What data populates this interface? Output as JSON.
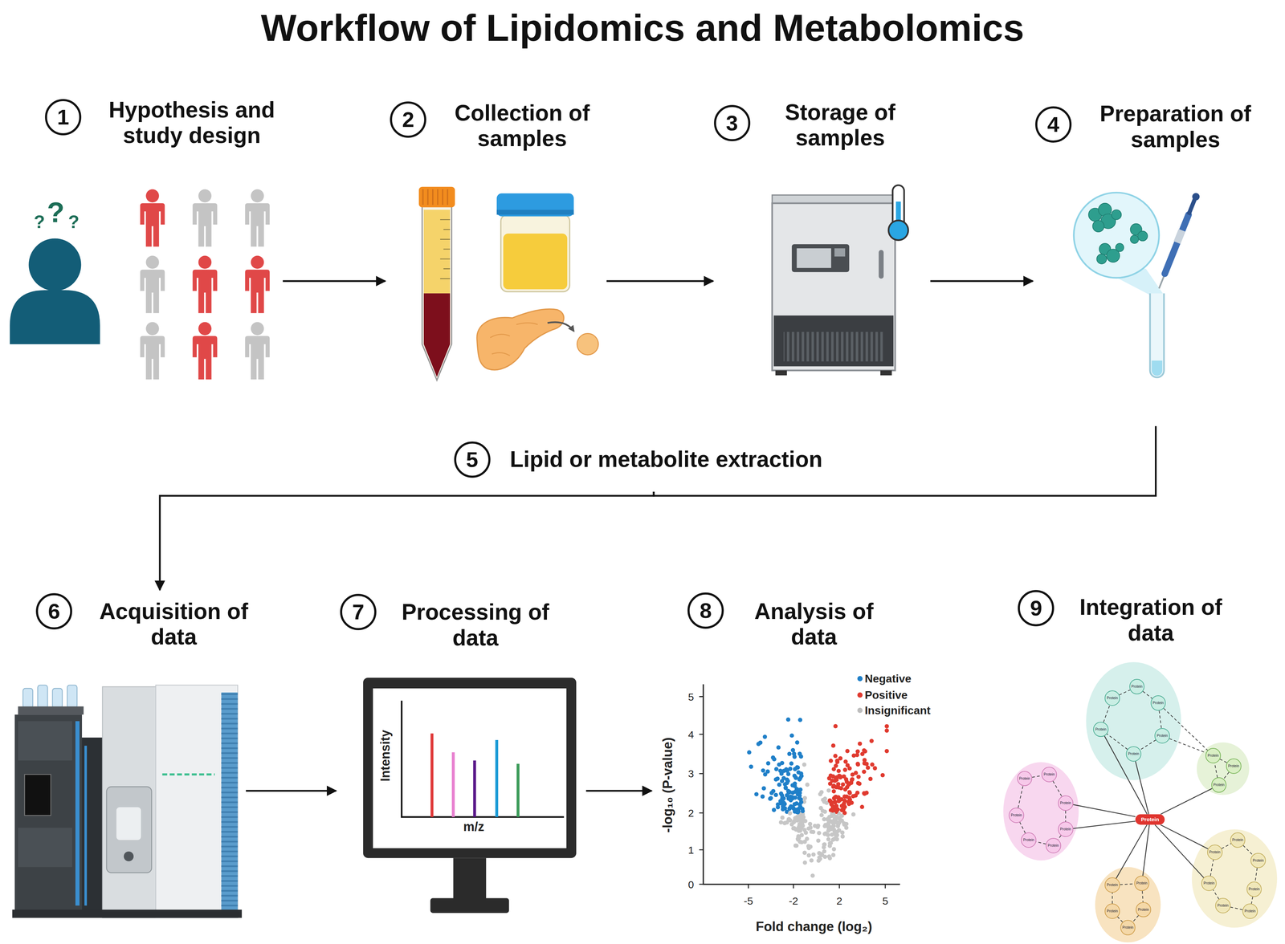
{
  "diagram": {
    "title": "Workflow of Lipidomics and Metabolomics",
    "nodes": [
      {
        "text": [
          "1",
          "Hypothesis and study design"
        ]
      },
      {
        "text": [
          "2",
          "Collection of samples"
        ]
      },
      {
        "text": [
          "3",
          "Storage of samples"
        ]
      },
      {
        "text": [
          "4",
          "Preparation of samples"
        ]
      },
      {
        "text": [
          "5",
          "Lipid or metabolite extraction"
        ]
      },
      {
        "text": [
          "6",
          "Acquisition of data"
        ]
      },
      {
        "text": [
          "7",
          "Processing of data"
        ]
      },
      {
        "text": [
          "8",
          "Analysis of data"
        ]
      },
      {
        "text": [
          "9",
          "Integration of data"
        ]
      },
      {
        "text": [
          "Protein"
        ]
      },
      {
        "text": [
          "Protein"
        ]
      },
      {
        "text": [
          "Protein"
        ]
      },
      {
        "text": [
          "Protein"
        ]
      },
      {
        "text": [
          "Protein"
        ]
      },
      {
        "text": [
          "Protein"
        ]
      },
      {
        "text": [
          "Protein"
        ]
      },
      {
        "text": [
          "Protein"
        ]
      },
      {
        "text": [
          "Protein"
        ]
      },
      {
        "text": [
          "Protein"
        ]
      },
      {
        "text": [
          "Protein"
        ]
      },
      {
        "text": [
          "Protein"
        ]
      },
      {
        "text": [
          "Protein"
        ]
      },
      {
        "text": [
          "Protein"
        ]
      },
      {
        "text": [
          "Protein"
        ]
      },
      {
        "text": [
          "Protein"
        ]
      },
      {
        "text": [
          "Protein"
        ]
      },
      {
        "text": [
          "Protein"
        ]
      },
      {
        "text": [
          "Protein"
        ]
      },
      {
        "text": [
          "Protein"
        ]
      },
      {
        "text": [
          "Protein"
        ]
      },
      {
        "text": [
          "Protein"
        ]
      },
      {
        "text": [
          "Protein"
        ]
      },
      {
        "text": [
          "Protein"
        ]
      },
      {
        "text": [
          "Protein"
        ]
      },
      {
        "text": [
          "Protein"
        ]
      },
      {
        "text": [
          "Protein"
        ]
      },
      {
        "text": [
          "Protein"
        ]
      },
      {
        "text": [
          "Protein"
        ]
      }
    ],
    "edges": [
      {
        "from": 0,
        "to": 1,
        "arrow": "to"
      },
      {
        "from": 1,
        "to": 2,
        "arrow": "to"
      },
      {
        "from": 2,
        "to": 3,
        "arrow": "to"
      },
      {
        "from": 3,
        "to": 4,
        "arrow": "none"
      },
      {
        "from": 4,
        "to": 5,
        "arrow": "to"
      },
      {
        "from": 5,
        "to": 6,
        "arrow": "to"
      },
      {
        "from": 6,
        "to": 7,
        "arrow": "to"
      },
      {
        "from": 9,
        "to": 13,
        "arrow": "none"
      },
      {
        "from": 9,
        "to": 15,
        "arrow": "none"
      },
      {
        "from": 9,
        "to": 18,
        "arrow": "none"
      },
      {
        "from": 9,
        "to": 21,
        "arrow": "none"
      },
      {
        "from": 9,
        "to": 23,
        "arrow": "none"
      },
      {
        "from": 9,
        "to": 26,
        "arrow": "none"
      },
      {
        "from": 9,
        "to": 27,
        "arrow": "none"
      },
      {
        "from": 9,
        "to": 31,
        "arrow": "none"
      },
      {
        "from": 9,
        "to": 34,
        "arrow": "none"
      },
      {
        "from": 10,
        "to": 11,
        "arrow": "none"
      },
      {
        "from": 11,
        "to": 12,
        "arrow": "none"
      },
      {
        "from": 12,
        "to": 14,
        "arrow": "none"
      },
      {
        "from": 14,
        "to": 15,
        "arrow": "none"
      },
      {
        "from": 15,
        "to": 13,
        "arrow": "none"
      },
      {
        "from": 13,
        "to": 10,
        "arrow": "none"
      },
      {
        "from": 12,
        "to": 16,
        "arrow": "none"
      },
      {
        "from": 14,
        "to": 16,
        "arrow": "none"
      },
      {
        "from": 16,
        "to": 17,
        "arrow": "none"
      },
      {
        "from": 17,
        "to": 18,
        "arrow": "none"
      },
      {
        "from": 18,
        "to": 16,
        "arrow": "none"
      },
      {
        "from": 19,
        "to": 20,
        "arrow": "none"
      },
      {
        "from": 20,
        "to": 21,
        "arrow": "none"
      },
      {
        "from": 21,
        "to": 23,
        "arrow": "none"
      },
      {
        "from": 23,
        "to": 25,
        "arrow": "none"
      },
      {
        "from": 25,
        "to": 24,
        "arrow": "none"
      },
      {
        "from": 24,
        "to": 22,
        "arrow": "none"
      },
      {
        "from": 22,
        "to": 19,
        "arrow": "none"
      },
      {
        "from": 26,
        "to": 27,
        "arrow": "none"
      },
      {
        "from": 27,
        "to": 29,
        "arrow": "none"
      },
      {
        "from": 29,
        "to": 30,
        "arrow": "none"
      },
      {
        "from": 30,
        "to": 28,
        "arrow": "none"
      },
      {
        "from": 28,
        "to": 26,
        "arrow": "none"
      },
      {
        "from": 31,
        "to": 32,
        "arrow": "none"
      },
      {
        "from": 32,
        "to": 33,
        "arrow": "none"
      },
      {
        "from": 33,
        "to": 35,
        "arrow": "none"
      },
      {
        "from": 35,
        "to": 37,
        "arrow": "none"
      },
      {
        "from": 37,
        "to": 36,
        "arrow": "none"
      },
      {
        "from": 36,
        "to": 34,
        "arrow": "none"
      },
      {
        "from": 34,
        "to": 31,
        "arrow": "none"
      }
    ],
    "labels": [
      "?",
      "?",
      "?",
      "Intensity",
      "m/z",
      "5",
      "4",
      "3",
      "2",
      "1",
      "0",
      "-5",
      "-2",
      "2",
      "5",
      "-log₁₀ (P-value)",
      "Fold change (log₂)"
    ],
    "legend": [
      {
        "text": "Negative",
        "color": "#1f7fc8"
      },
      {
        "text": "Positive",
        "color": "#e03a2f"
      },
      {
        "text": "Insignificant",
        "color": "#bdbdbd"
      }
    ]
  }
}
